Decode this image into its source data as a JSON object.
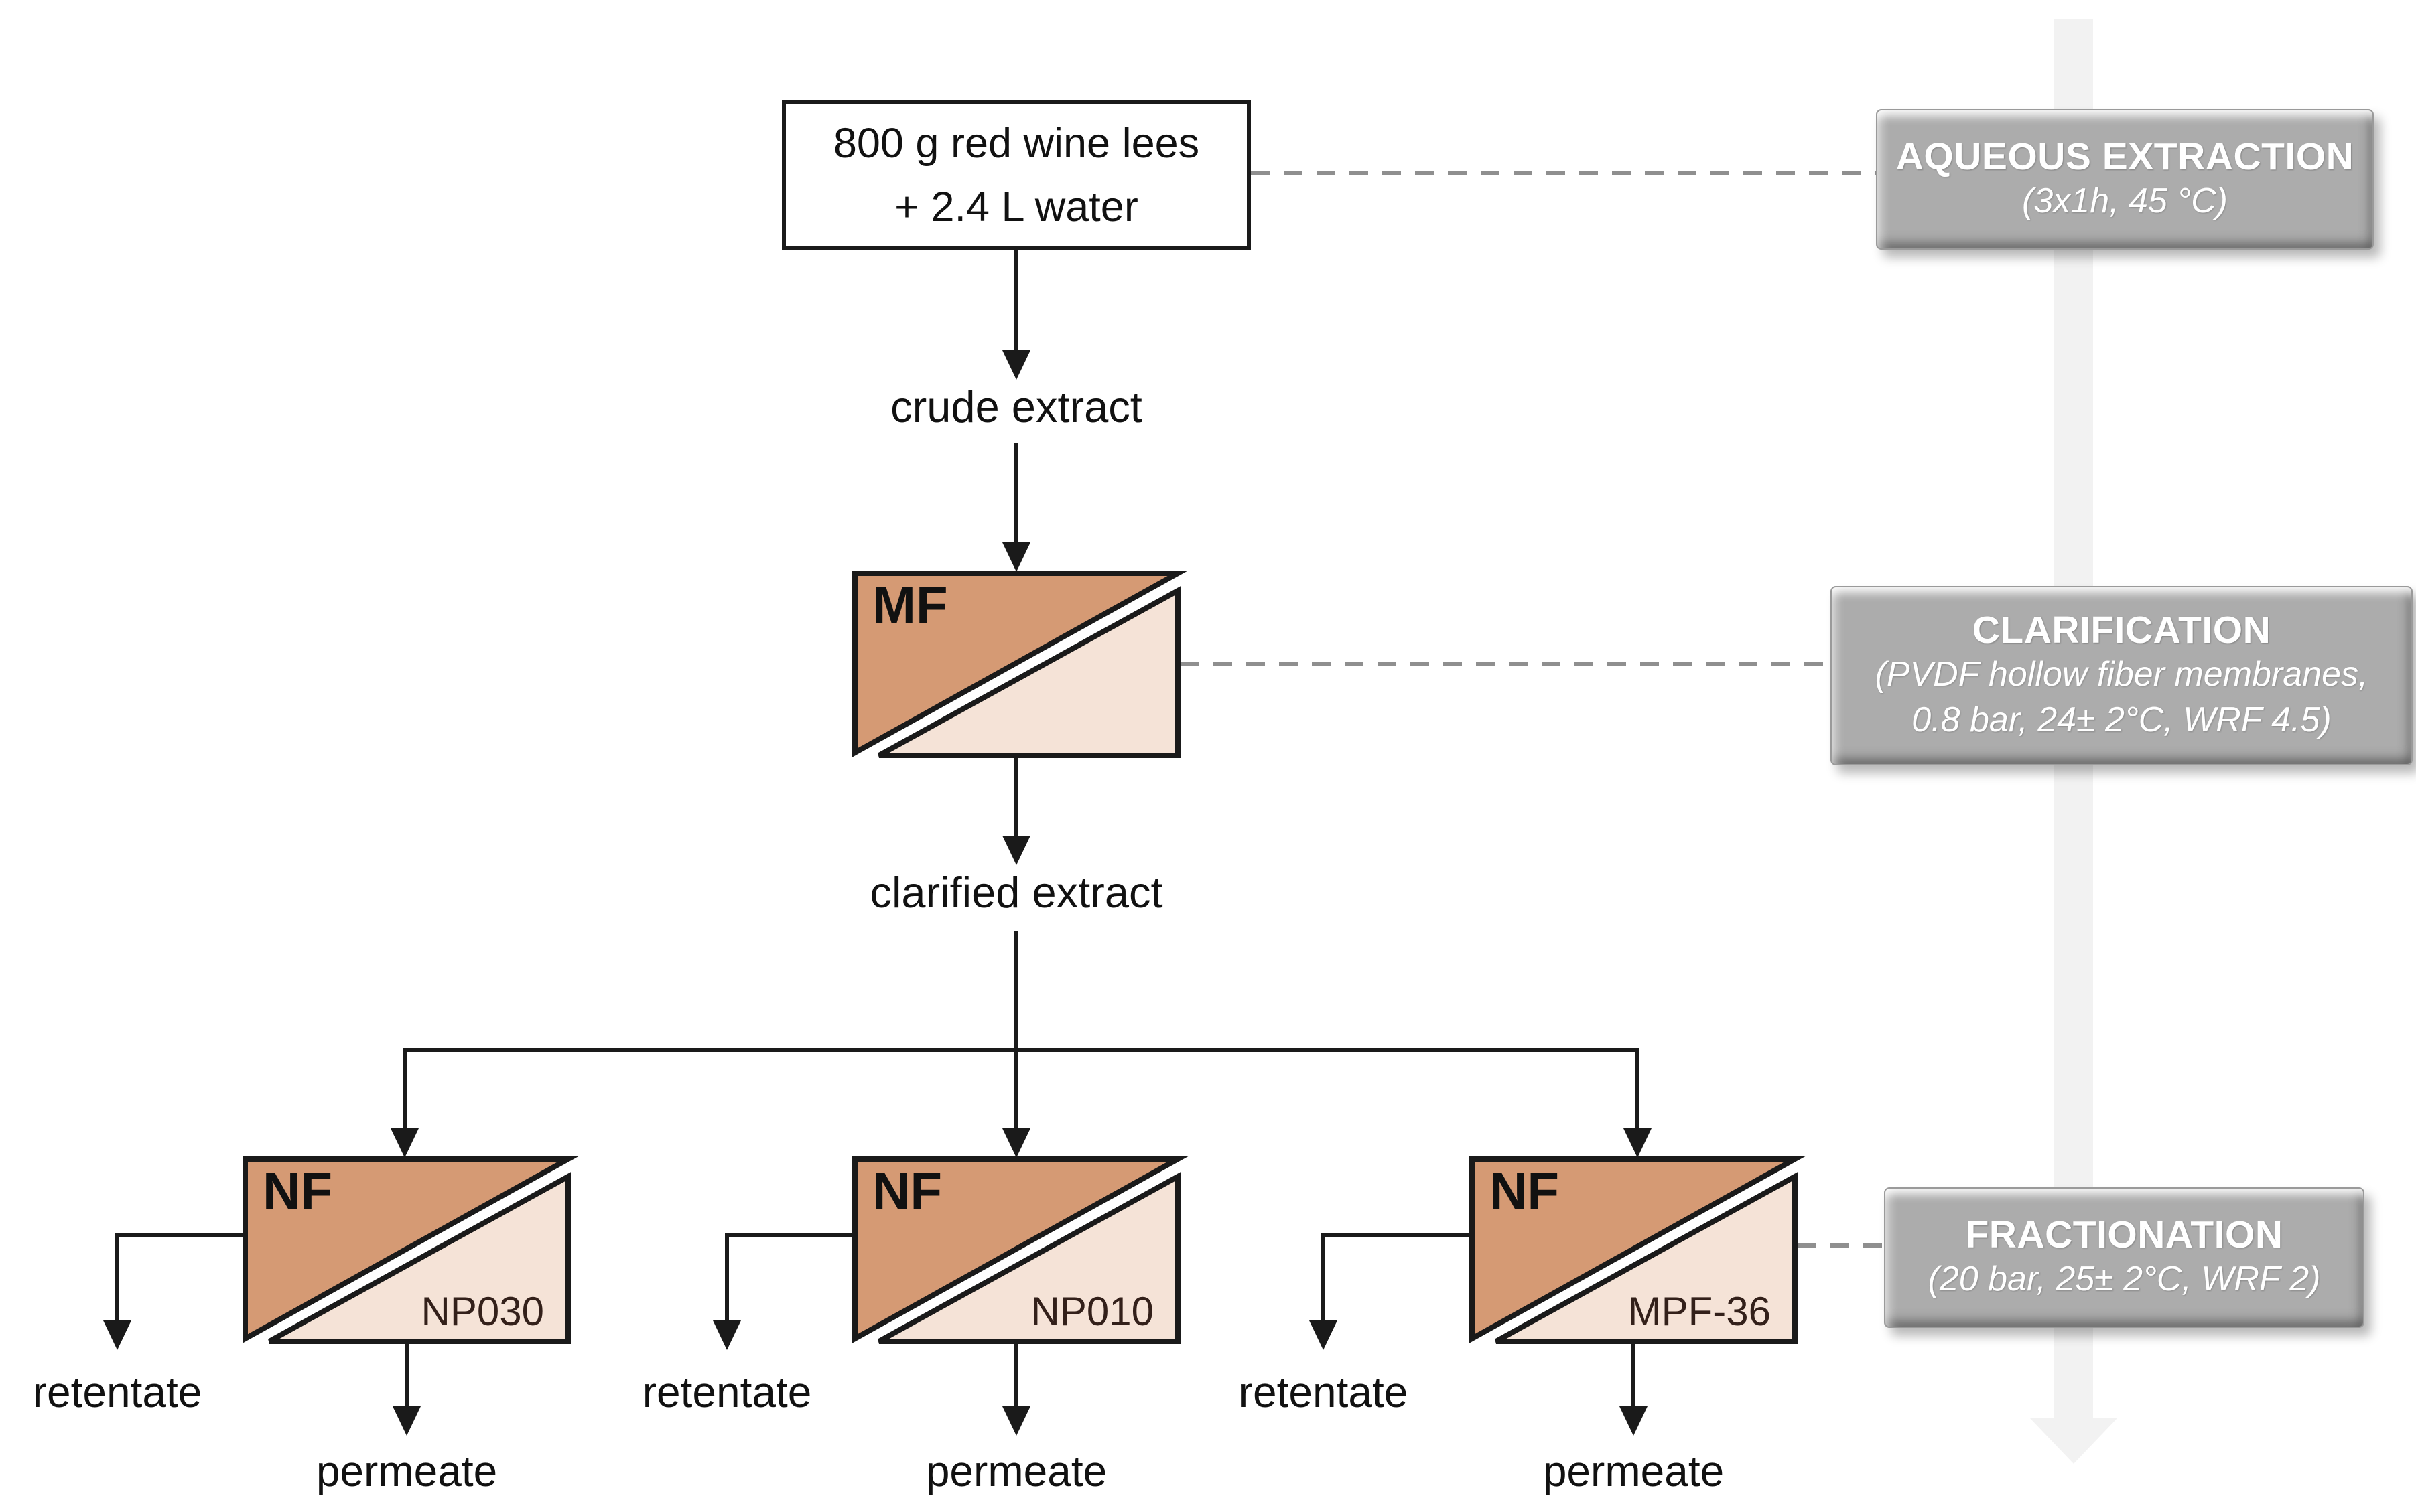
{
  "diagram": {
    "feed": {
      "line1": "800 g red wine lees",
      "line2": "+ 2.4 L water"
    },
    "intermediates": {
      "crude": "crude extract",
      "clarified": "clarified extract"
    },
    "units": {
      "mf": {
        "type": "MF"
      },
      "nf_np030": {
        "type": "NF",
        "membrane": "NP030"
      },
      "nf_np010": {
        "type": "NF",
        "membrane": "NP010"
      },
      "nf_mpf36": {
        "type": "NF",
        "membrane": "MPF-36"
      }
    },
    "outputs": {
      "retentate": "retentate",
      "permeate": "permeate"
    },
    "stages": {
      "aqueous_extraction": {
        "title": "AQUEOUS EXTRACTION",
        "conditions": "(3x1h, 45 °C)"
      },
      "clarification": {
        "title": "CLARIFICATION",
        "conditions_line1": "(PVDF hollow fiber membranes,",
        "conditions_line2": "0.8 bar, 24± 2°C, WRF 4.5)"
      },
      "fractionation": {
        "title": "FRACTIONATION",
        "conditions": "(20 bar, 25± 2°C, WRF 2)"
      }
    }
  },
  "colors": {
    "membrane_feed_fill": "#D59A74",
    "membrane_permeate_fill": "#F5E3D7",
    "stage_background": "#ACACAC",
    "line": "#1A1A1A",
    "dashed_connector": "#8F8F8F",
    "direction_band": "#F2F2F2"
  }
}
